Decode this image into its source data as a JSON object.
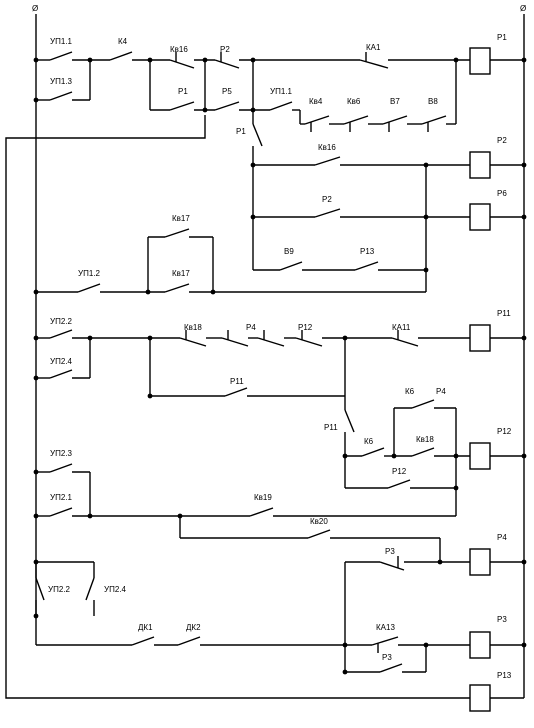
{
  "rails": {
    "left": "Ø",
    "right": "Ø"
  },
  "coils": {
    "p1": "Р1",
    "p2": "Р2",
    "p6": "Р6",
    "p11": "Р11",
    "p12": "Р12",
    "p4": "Р4",
    "p3": "Р3",
    "p13": "Р13"
  },
  "contacts": {
    "up1_1a": "УП1.1",
    "up1_3": "УП1.3",
    "k4": "К4",
    "kv16a": "Кв16",
    "p2_r1": "Р2",
    "ka1": "КА1",
    "p1_r2": "Р1",
    "p5": "Р5",
    "up1_1b": "УП1.1",
    "kv4": "Кв4",
    "kv6": "Кв6",
    "v7": "В7",
    "v8": "В8",
    "p1_sw": "Р1",
    "kv16b": "Кв16",
    "p2_r5": "Р2",
    "v9": "В9",
    "p13_c": "Р13",
    "kv17a": "Кв17",
    "kv17b": "Кв17",
    "up1_2": "УП1.2",
    "up2_2a": "УП2.2",
    "up2_4a": "УП2.4",
    "kv18a": "Кв18",
    "p4_c": "Р4",
    "p12_c": "Р12",
    "ka11": "КА11",
    "p11_c": "Р11",
    "p11_sw": "Р11",
    "k6a": "К6",
    "p4_b": "Р4",
    "k6b": "К6",
    "kv18b": "Кв18",
    "p12_b": "Р12",
    "up2_3": "УП2.3",
    "up2_1": "УП2.1",
    "kv19": "Кв19",
    "kv20": "Кв20",
    "p3_c": "Р3",
    "up2_2b": "УП2.2",
    "up2_4b": "УП2.4",
    "dk1": "ДК1",
    "dk2": "ДК2",
    "ka13": "КА13",
    "p3_b": "Р3"
  }
}
